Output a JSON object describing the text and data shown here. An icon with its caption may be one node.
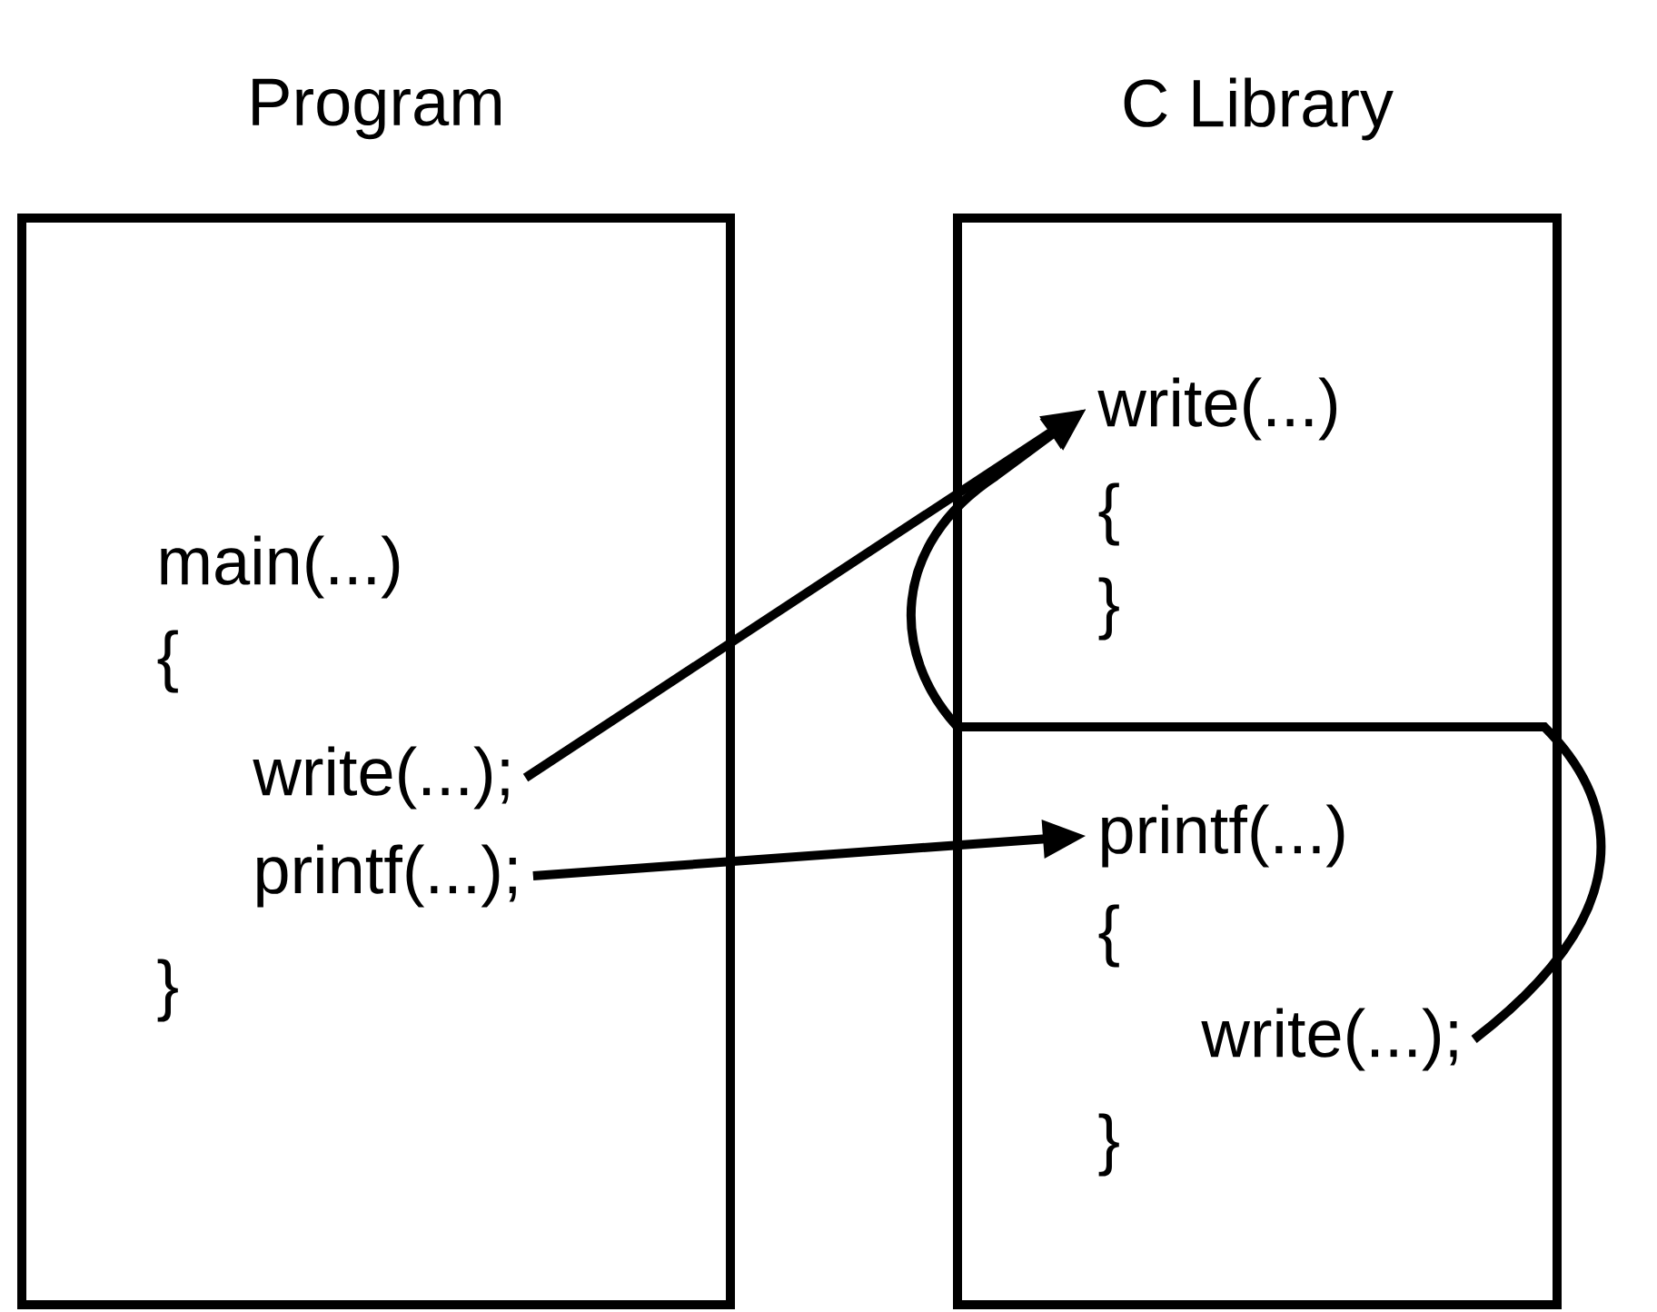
{
  "diagram": {
    "nodes": [
      {
        "text": [
          "Program",
          "main(...)",
          "{",
          "}"
        ]
      },
      {
        "text": [
          "write(...);"
        ],
        "in": 0
      },
      {
        "text": [
          "printf(...);"
        ],
        "in": 0
      },
      {
        "text": [
          "C Library"
        ]
      },
      {
        "text": [
          "write(...)",
          "{",
          "}"
        ],
        "in": 3
      },
      {
        "text": [
          "printf(...)",
          "{",
          "}"
        ],
        "in": 3
      },
      {
        "text": [
          "write(...);"
        ],
        "in": 3
      }
    ],
    "edges": [
      {
        "from": 1,
        "to": 4,
        "arrow": "to"
      },
      {
        "from": 2,
        "to": 5,
        "arrow": "to"
      },
      {
        "from": 6,
        "to": 4,
        "arrow": "to"
      }
    ]
  }
}
